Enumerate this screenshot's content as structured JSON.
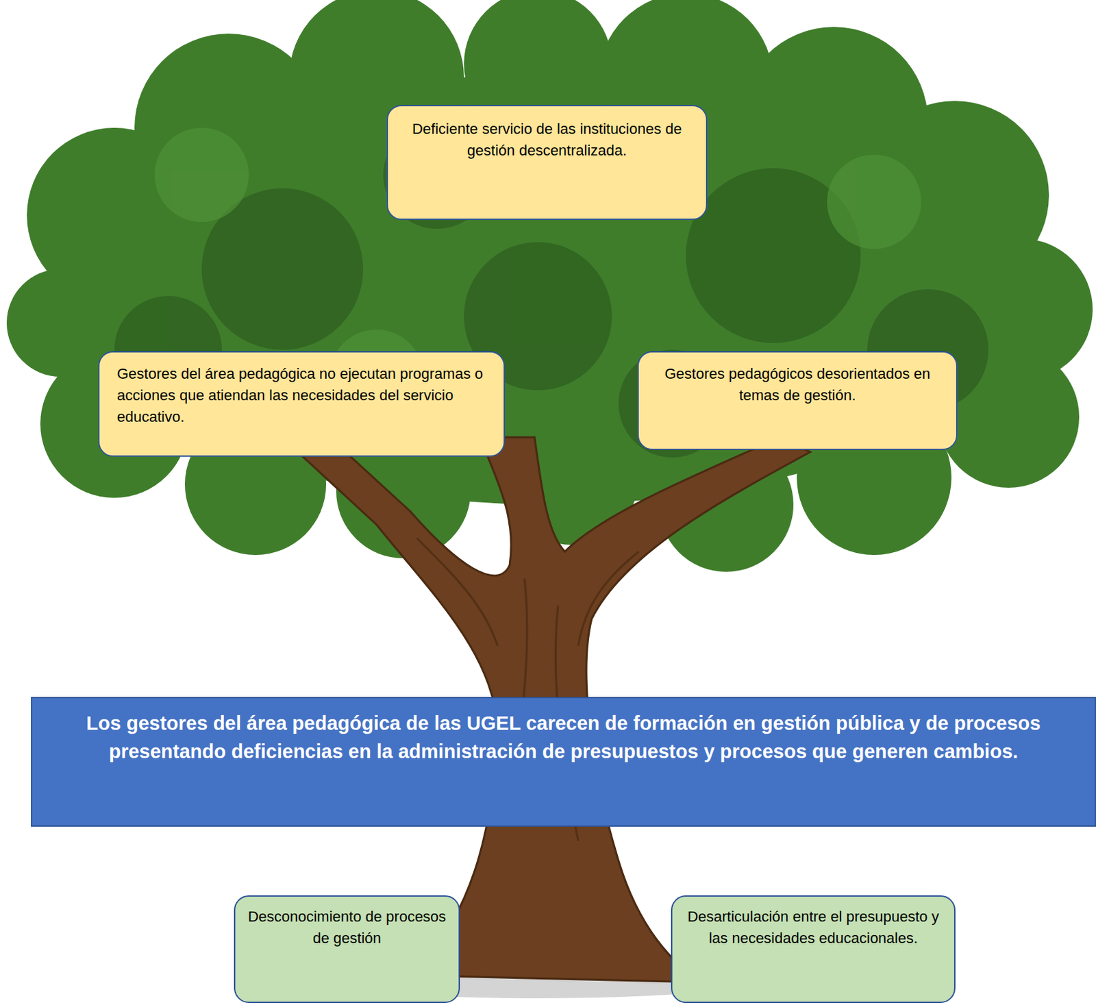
{
  "diagram": {
    "nodes": [
      {
        "text": [
          "Deficiente servicio de las instituciones de gestión descentralizada."
        ]
      },
      {
        "text": [
          "Gestores del área pedagógica no ejecutan programas o acciones que atiendan las necesidades del servicio educativo."
        ]
      },
      {
        "text": [
          "Gestores pedagógicos desorientados en temas de gestión."
        ]
      },
      {
        "text": [
          "Los gestores del área pedagógica de las UGEL carecen de formación en gestión pública y de procesos presentando deficiencias en la administración de presupuestos y procesos que generen cambios."
        ]
      },
      {
        "text": [
          "Desconocimiento de procesos de gestión"
        ]
      },
      {
        "text": [
          "Desarticulación entre el presupuesto y las necesidades educacionales."
        ]
      }
    ]
  }
}
